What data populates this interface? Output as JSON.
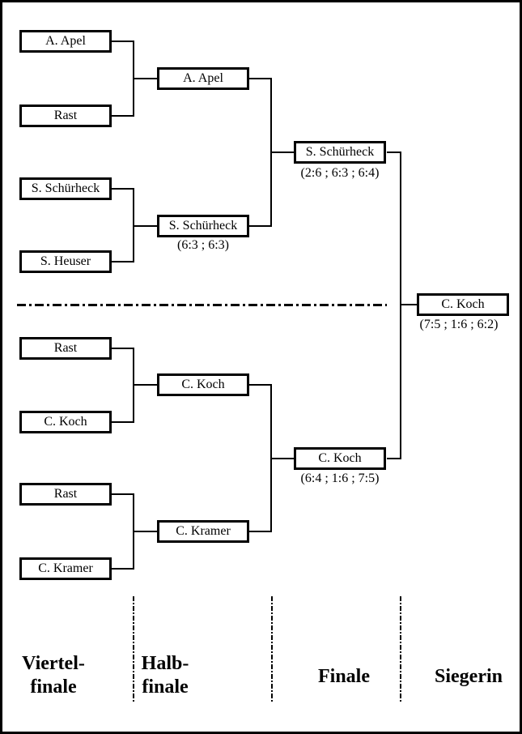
{
  "matches": {
    "qf1": {
      "p1": "A. Apel",
      "p2": "Rast"
    },
    "qf2": {
      "p1": "S. Schürheck",
      "p2": "S. Heuser"
    },
    "qf3": {
      "p1": "Rast",
      "p2": "C. Koch"
    },
    "qf4": {
      "p1": "Rast",
      "p2": "C. Kramer"
    },
    "sf1": {
      "winner": "A. Apel"
    },
    "sf2": {
      "winner": "S. Schürheck",
      "score": "(6:3 ; 6:3)"
    },
    "sf3": {
      "winner": "C. Koch"
    },
    "sf4": {
      "winner": "C. Kramer"
    },
    "final_top": {
      "winner": "S. Schürheck",
      "score": "(2:6 ; 6:3 ; 6:4)"
    },
    "final_bottom": {
      "winner": "C. Koch",
      "score": "(6:4 ; 1:6 ; 7:5)"
    },
    "champion": {
      "winner": "C. Koch",
      "score": "(7:5 ; 1:6 ; 6:2)"
    }
  },
  "round_labels": {
    "quarterfinal": {
      "line1": "Viertel-",
      "line2": "finale"
    },
    "semifinal": {
      "line1": "Halb-",
      "line2": "finale"
    },
    "final": {
      "line1": "Finale"
    },
    "winner": {
      "line1": "Siegerin"
    }
  },
  "colors": {
    "line": "#000000",
    "background": "#ffffff"
  }
}
